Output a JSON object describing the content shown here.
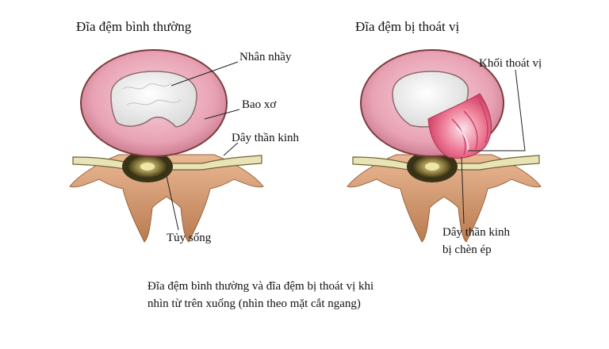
{
  "titles": {
    "normal": "Đĩa đệm bình thường",
    "herniated": "Đĩa đệm bị thoát vị"
  },
  "labels": {
    "nucleus": "Nhân nhầy",
    "annulus": "Bao xơ",
    "nerve": "Dây thần kinh",
    "spinal_cord": "Tủy sống",
    "herniation": "Khối thoát vị",
    "compressed_nerve_line1": "Dây thần kinh",
    "compressed_nerve_line2": "bị chèn ép"
  },
  "caption": {
    "line1": "Đĩa đệm bình thường và đĩa đệm bị thoát vị khi",
    "line2": "nhìn từ trên xuống (nhìn theo mặt cắt ngang)"
  },
  "colors": {
    "annulus": "#e8a2b4",
    "annulus_dark": "#8a4a4a",
    "nucleus": "#ececec",
    "bone": "#d9a27a",
    "bone_dark": "#b87a4f",
    "nerve": "#e7e3b5",
    "herniation": "#e85a7a"
  }
}
